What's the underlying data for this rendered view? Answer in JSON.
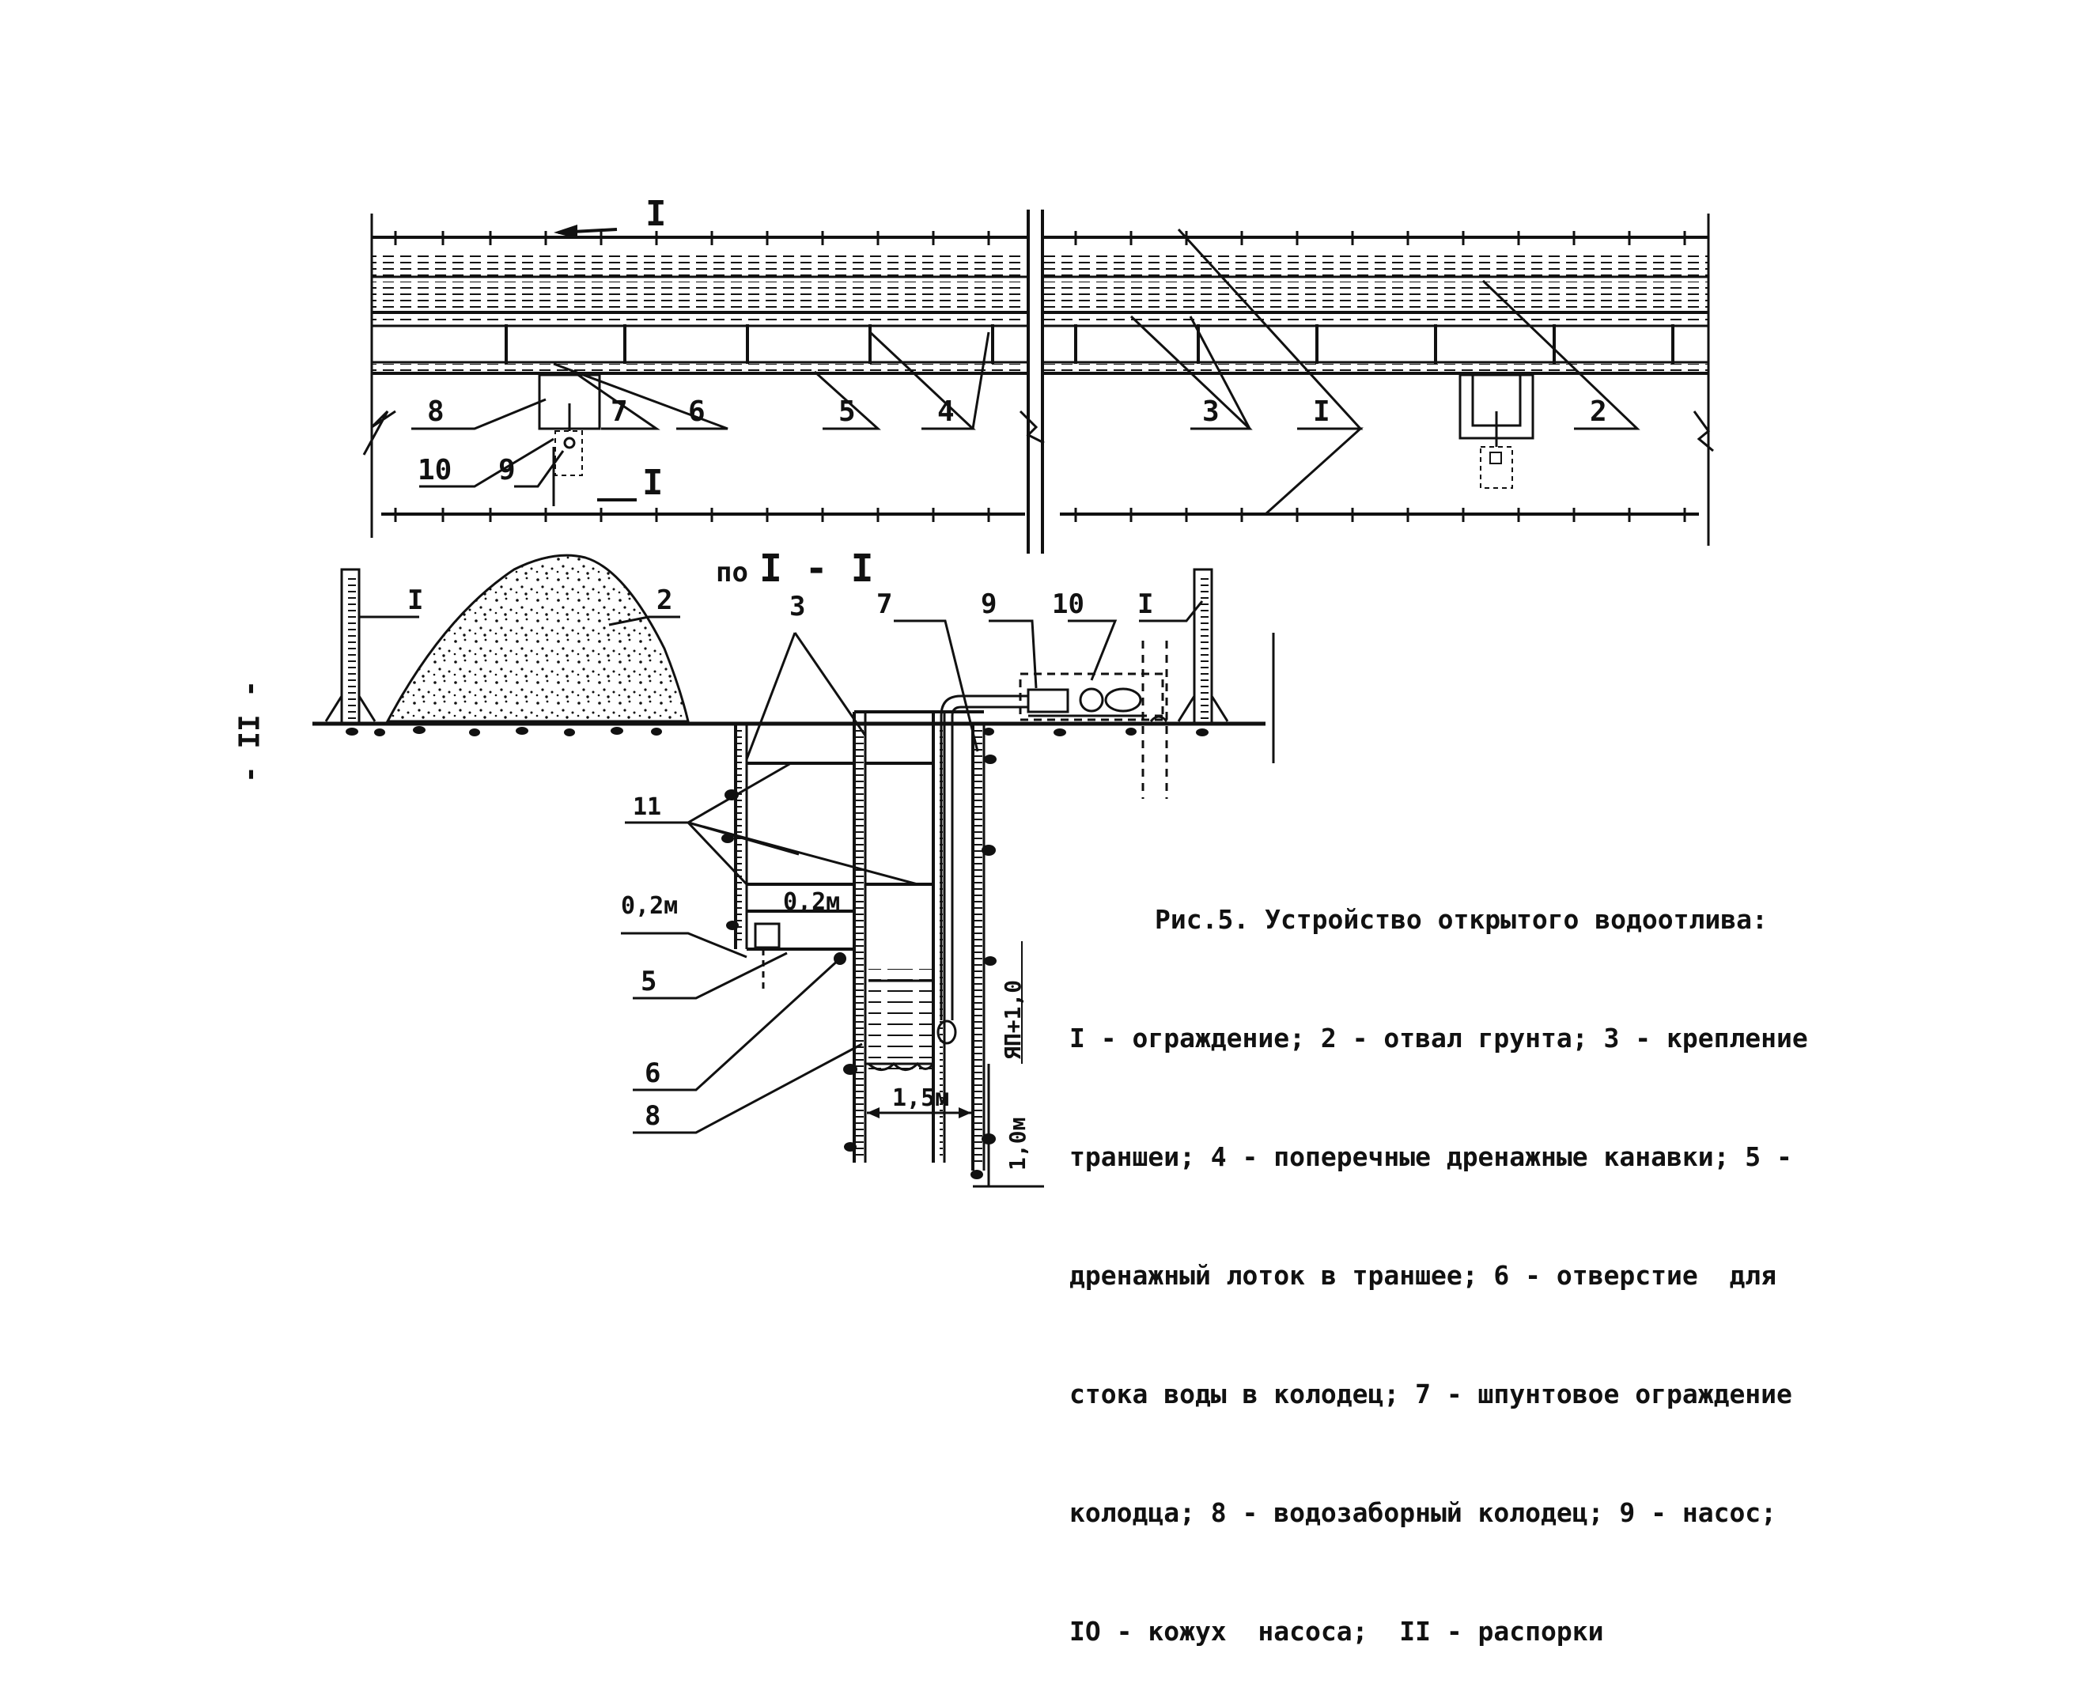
{
  "plan": {
    "section_mark_top": "I",
    "section_mark_bottom": "I",
    "labels": {
      "l8": "8",
      "l7": "7",
      "l6": "6",
      "l5": "5",
      "l4": "4",
      "l10": "10",
      "l9": "9",
      "l3": "3",
      "l1": "I",
      "l2": "2"
    }
  },
  "section": {
    "title_prefix": "по",
    "title_mark": "I - I",
    "labels": {
      "fence_left": "I",
      "spoil": "2",
      "shoring": "3",
      "sheet_pile": "7",
      "pump": "9",
      "pump_cover": "10",
      "fence_right": "I",
      "struts": "11",
      "dim_02_left": "0,2м",
      "dim_02_inner": "0,2м",
      "channel": "5",
      "opening": "6",
      "well": "8"
    },
    "dims": {
      "width": "1,5м",
      "depth": "ЯП+1,0",
      "bottom": "1,0м"
    }
  },
  "page_number": "- II -",
  "caption": {
    "title": "Рис.5. Устройство открытого водоотлива:",
    "lines": [
      "I - ограждение; 2 - отвал грунта; 3 - крепление",
      "траншеи; 4 - поперечные дренажные канавки; 5 -",
      "дренажный лоток в траншее; 6 - отверстие  для",
      "стока воды в колодец; 7 - шпунтовое ограждение",
      "колодца; 8 - водозаборный колодец; 9 - насос;",
      "IO - кожух  насоса;  II - распорки"
    ]
  }
}
